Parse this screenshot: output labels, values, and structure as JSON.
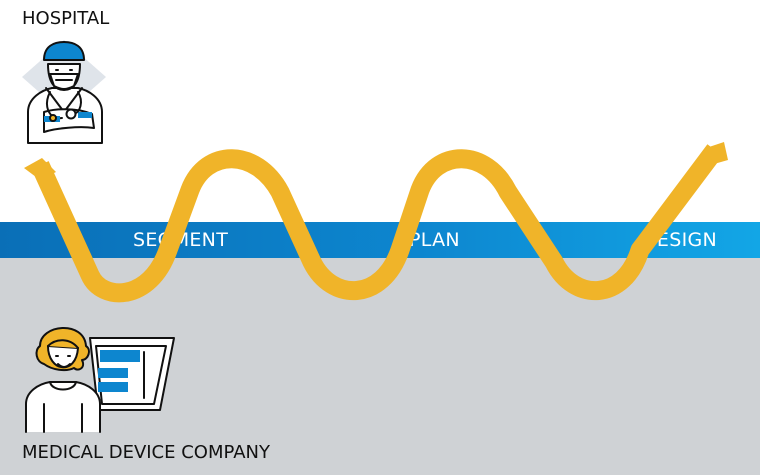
{
  "labels": {
    "top_zone": "HOSPITAL",
    "bottom_zone": "MEDICAL DEVICE COMPANY"
  },
  "stages": [
    "SEGMENT",
    "PLAN",
    "DESIGN"
  ],
  "icons": {
    "top": "surgeon-icon",
    "bottom": "engineer-at-computer-icon",
    "path": "collaboration-wave-icon"
  },
  "colors": {
    "band": "#0d86cf",
    "wave": "#f0b429",
    "bottom_zone": "#cfd2d5"
  }
}
